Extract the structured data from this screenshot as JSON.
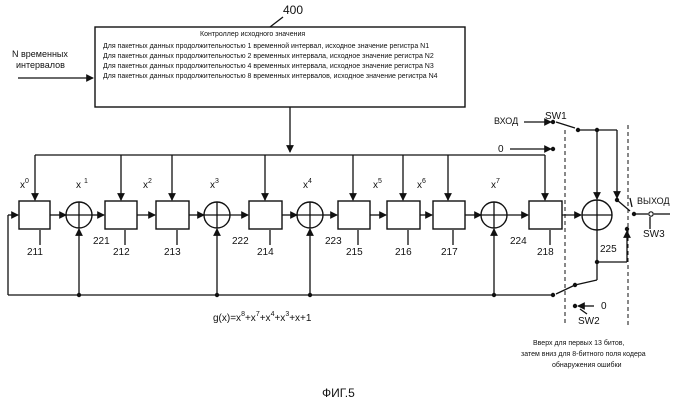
{
  "controller": {
    "number": "400",
    "title": "Контроллер исходного значения",
    "lines": [
      "Для пакетных данных продолжительностью 1 временной интервал, исходное значение регистра N1",
      "Для пакетных данных продолжительностью 2 временных интервала, исходное значение регистра N2",
      "Для пакетных данных продолжительностью 4 временных интервала, исходное значение регистра N3",
      "Для пакетных данных продолжительностью 8 временных интервалов, исходное значение регистра N4"
    ]
  },
  "input_label": {
    "line1": "N временных",
    "line2": "интервалов"
  },
  "powers": {
    "p0": {
      "base": "x",
      "exp": "0"
    },
    "p1": {
      "base": "x",
      "exp": "1"
    },
    "p2": {
      "base": "x",
      "exp": "2"
    },
    "p3": {
      "base": "x",
      "exp": "3"
    },
    "p4": {
      "base": "x",
      "exp": "4"
    },
    "p5": {
      "base": "x",
      "exp": "5"
    },
    "p6": {
      "base": "x",
      "exp": "6"
    },
    "p7": {
      "base": "x",
      "exp": "7"
    }
  },
  "block_ids": {
    "b211": "211",
    "b221": "221",
    "b212": "212",
    "b213": "213",
    "b222": "222",
    "b214": "214",
    "b223": "223",
    "b215": "215",
    "b216": "216",
    "b217": "217",
    "b224": "224",
    "b218": "218",
    "b225": "225"
  },
  "switches": {
    "sw1": "SW1",
    "sw2": "SW2",
    "sw3": "SW3",
    "input": "ВХОД",
    "zero_top": "0",
    "zero_bottom": "0",
    "output": "ВЫХОД"
  },
  "polynomial": {
    "g": "g(x)=x",
    "e8": "8",
    "t1": "+x",
    "e7": "7",
    "t2": "+x",
    "e4": "4",
    "t3": "+x",
    "e3": "3",
    "t4": "+x+1"
  },
  "note": {
    "line1": "Вверх для первых 13 битов,",
    "line2": "затем вниз для 8-битного поля кодера",
    "line3": "обнаружения ошибки"
  },
  "caption": "ФИГ.5"
}
